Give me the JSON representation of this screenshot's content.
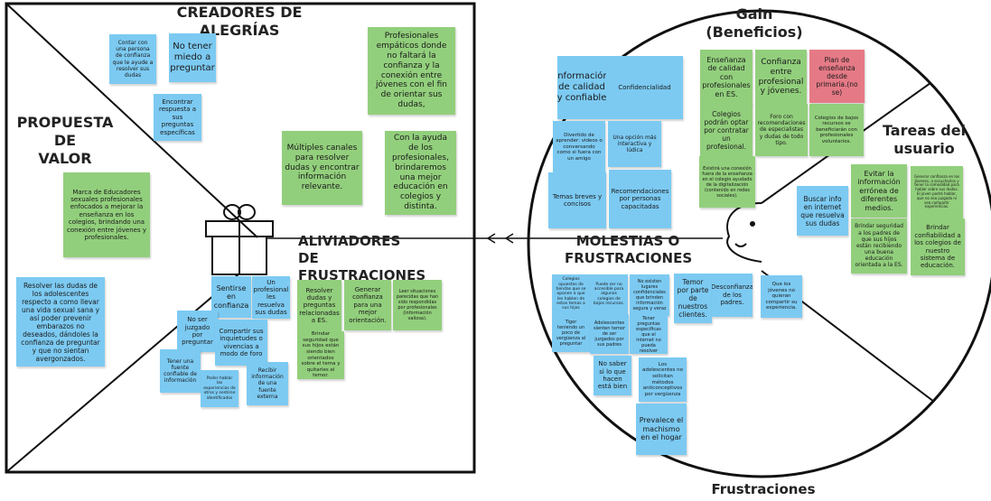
{
  "colors": {
    "blue": "#7ccaf2",
    "green": "#92cf7c",
    "pink": "#e57a86",
    "line": "#111111"
  },
  "titles": {
    "creadores": "CREADORES DE ALEGRÍAS",
    "propuesta": "PROPUESTA DE\nVALOR",
    "aliviadores": "ALIVIADORES DE\nFRUSTRACIONES",
    "gain": "Gain\n(Beneficios)",
    "tareas": "Tareas del\nusuario",
    "molestias": "MOLESTIAS O\nFRUSTRACIONES",
    "frustraciones": "Frustraciones"
  },
  "icons": {
    "gift": "gift-icon",
    "face": "customer-face-icon",
    "arrow": "arrow-left-icon"
  },
  "notes": [
    {
      "id": "n1",
      "color": "blue",
      "text": "Contar con una persona de confianza que le ayude a resolver sus dudas"
    },
    {
      "id": "n2",
      "color": "blue",
      "text": "No tener miedo a preguntar"
    },
    {
      "id": "n3",
      "color": "blue",
      "text": "Encontrar respuesta a sus preguntas específicas"
    },
    {
      "id": "n4",
      "color": "green",
      "text": "Profesionales empáticos donde no faltará la confianza y la conexión entre jóvenes con el fin de orientar sus dudas,"
    },
    {
      "id": "n5",
      "color": "green",
      "text": "Múltiples canales para resolver dudas y encontrar información relevante."
    },
    {
      "id": "n6",
      "color": "green",
      "text": "Con la ayuda de los profesionales, brindaremos una mejor educación en colegios y distinta."
    },
    {
      "id": "n7",
      "color": "green",
      "text": "Marca de Educadores sexuales profesionales enfocados a mejorar la enseñanza en los colegios, brindando una conexión entre jóvenes y profesionales."
    },
    {
      "id": "n8",
      "color": "blue",
      "text": "Resolver las dudas de los adolescentes respecto a como llevar una vida sexual sana y así poder prevenir embarazos no deseados, dándoles la confianza de preguntar y que no sientan avergonzados."
    },
    {
      "id": "n9",
      "color": "blue",
      "text": "Sentirse en confianza"
    },
    {
      "id": "n10",
      "color": "blue",
      "text": "Un profesional les resuelva sus dudas"
    },
    {
      "id": "n11",
      "color": "blue",
      "text": "No ser juzgado por preguntar"
    },
    {
      "id": "n12",
      "color": "blue",
      "text": "Compartir sus inquietudes o vivencias a modo de foro"
    },
    {
      "id": "n13",
      "color": "blue",
      "text": "Tener una fuente confiable de información"
    },
    {
      "id": "n14",
      "color": "blue",
      "text": "Poder hablar las experiencias de otros y sentirse identificados"
    },
    {
      "id": "n15",
      "color": "blue",
      "text": "Recibir información de una fuente externa"
    },
    {
      "id": "n16",
      "color": "green",
      "text": "Resolver dudas y preguntas relacionadas a ES."
    },
    {
      "id": "n17",
      "color": "green",
      "text": "Generar confianza para una mejor orientación."
    },
    {
      "id": "n18",
      "color": "green",
      "text": "Leer situaciones parecidas que han sido respondidas por profesionales (información valiosa)."
    },
    {
      "id": "n19",
      "color": "green",
      "text": "Brindar seguridad que sus hijos están siendo bien orientados sobre el tema y quitarles el temor."
    },
    {
      "id": "n20",
      "color": "blue",
      "text": "Información de calidad y confiable"
    },
    {
      "id": "n21",
      "color": "blue",
      "text": "Confidencialidad"
    },
    {
      "id": "n22",
      "color": "blue",
      "text": "Divertido de aprender: videos o conversando como si fuera con un amigo"
    },
    {
      "id": "n23",
      "color": "blue",
      "text": "Una opción más interactiva y lúdica"
    },
    {
      "id": "n24",
      "color": "blue",
      "text": "Temas breves y concisos"
    },
    {
      "id": "n25",
      "color": "blue",
      "text": "Recomendaciones por personas capacitadas"
    },
    {
      "id": "n26",
      "color": "green",
      "text": "Enseñanza de calidad con profesionales en ES."
    },
    {
      "id": "n27",
      "color": "green",
      "text": "Confianza entre profesional y jóvenes."
    },
    {
      "id": "n28",
      "color": "pink",
      "text": "Plan de enseñanza desde primaria.(no se)"
    },
    {
      "id": "n29",
      "color": "green",
      "text": "Colegios podrán optar por contratar un profesional."
    },
    {
      "id": "n30",
      "color": "green",
      "text": "Foro con recomendaciones de especialistas y dudas de todo tipo."
    },
    {
      "id": "n31",
      "color": "green",
      "text": "Colegios de bajos recursos se beneficiarán con profesionales voluntarios."
    },
    {
      "id": "n32",
      "color": "green",
      "text": "Existirá una conexión fuera de la enseñanza en el colegio ayudado de la digitalización (contenido en redes sociales)."
    },
    {
      "id": "n33",
      "color": "blue",
      "text": "Buscar info en internet que resuelva sus dudas"
    },
    {
      "id": "n34",
      "color": "green",
      "text": "Evitar la información errónea de diferentes medios."
    },
    {
      "id": "n35",
      "color": "green",
      "text": "Generar confianza en los jóvenes, a escucharlos y tener la comodidad para hablar sobre sus dudas. El joven podrá hablar, que no sea juzgado ni sea compartir experiencias."
    },
    {
      "id": "n36",
      "color": "green",
      "text": "Brindar seguridad a los padres de que sus hijos están recibiendo una buena educación orientada a la ES."
    },
    {
      "id": "n37",
      "color": "green",
      "text": "Brindar confiabilidad a los colegios de nuestro sistema de educación."
    },
    {
      "id": "n38",
      "color": "blue",
      "text": "Colegios opuestos de tiendas que se oponen a que les hablen de estos temas a sus hijos"
    },
    {
      "id": "n39",
      "color": "blue",
      "text": "Puede ser no accesible para algunos colegios de bajos recursos."
    },
    {
      "id": "n40",
      "color": "blue",
      "text": "No existen lugares confidenciales que brinden información segura y veraz"
    },
    {
      "id": "n41",
      "color": "blue",
      "text": "Temor por parte de nuestros clientes."
    },
    {
      "id": "n42",
      "color": "blue",
      "text": "Desconfianza de los padres."
    },
    {
      "id": "n43",
      "color": "blue",
      "text": "Que los jóvenes no quieran compartir su experiencia."
    },
    {
      "id": "n44",
      "color": "blue",
      "text": "Tiger teniendo un poco de vergüenza al preguntar"
    },
    {
      "id": "n45",
      "color": "blue",
      "text": "Adolescentes sienten temor de ser juzgados por sus padres"
    },
    {
      "id": "n46",
      "color": "blue",
      "text": "Tener preguntas específicas que el internet no pueda resolver"
    },
    {
      "id": "n47",
      "color": "blue",
      "text": "No saber si lo que hacen está bien"
    },
    {
      "id": "n48",
      "color": "blue",
      "text": "Los adolescentes no solicitan métodos anticonceptivos por vergüenza"
    },
    {
      "id": "n49",
      "color": "blue",
      "text": "Prevalece el machismo en el hogar"
    }
  ]
}
